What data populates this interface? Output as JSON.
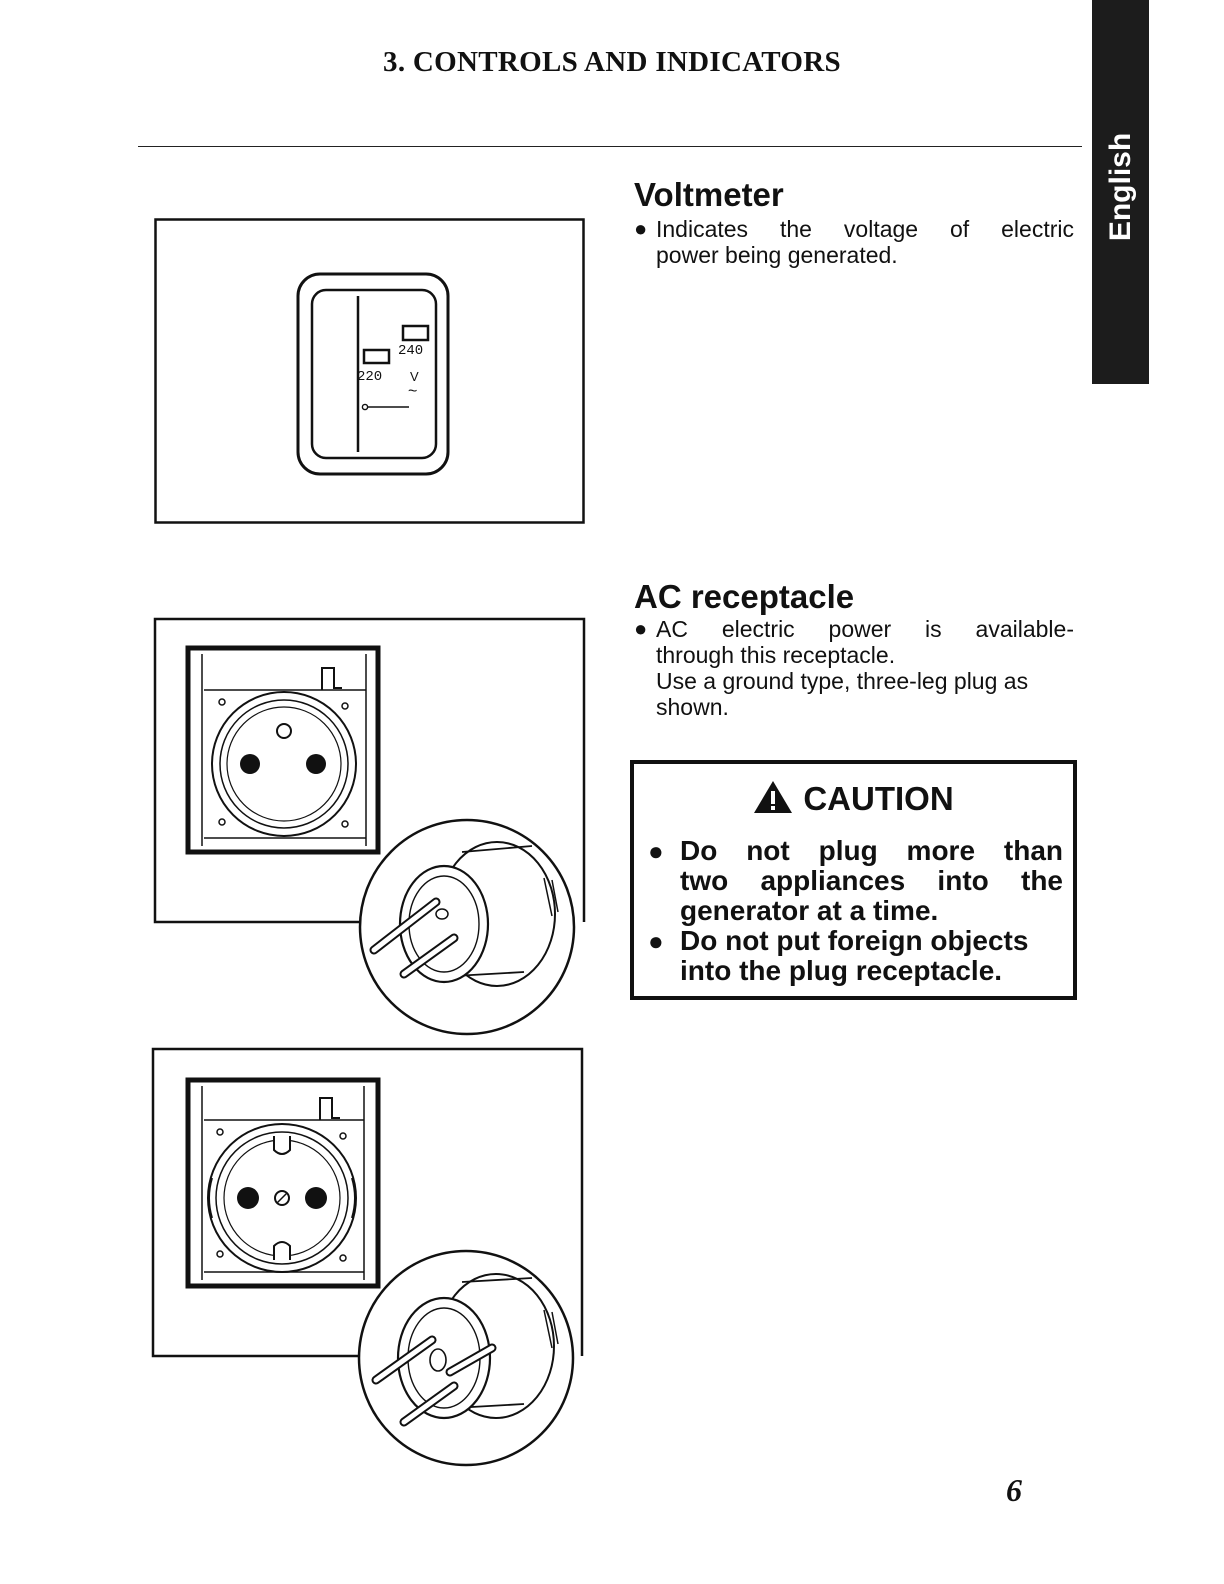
{
  "page": {
    "section_title": "3. CONTROLS AND INDICATORS",
    "language_tab": "English",
    "page_number": "6"
  },
  "voltmeter": {
    "heading": "Voltmeter",
    "bullet_line1": "Indicates the voltage of electric",
    "bullet_line2": "power being generated.",
    "figure": {
      "label_240": "240",
      "label_220": "220",
      "label_v": "V",
      "label_ac": "~"
    }
  },
  "ac_receptacle": {
    "heading": "AC receptacle",
    "bullet_line1": "AC electric power is available-",
    "bullet_line2": "through this receptacle.",
    "note_line1": "Use a ground type, three-leg plug as",
    "note_line2": "shown."
  },
  "caution": {
    "heading": "CAUTION",
    "item1_line1": "Do not plug more than",
    "item1_line2": "two appliances into the",
    "item1_line3": "generator at a time.",
    "item2_line1": "Do not put foreign objects",
    "item2_line2": "into the plug receptacle."
  },
  "icons": {
    "bullet": "filled-circle-bullet",
    "warning": "warning-triangle-icon"
  }
}
